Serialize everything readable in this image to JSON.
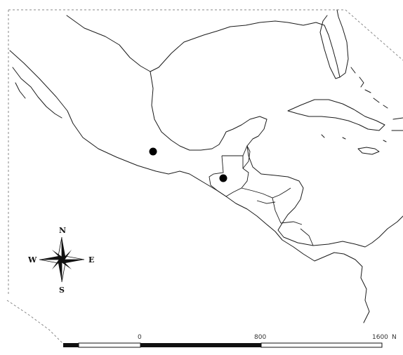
{
  "compass": {
    "north": "N",
    "south": "S",
    "east": "E",
    "west": "W"
  },
  "scale_bar": {
    "labels": [
      "0",
      "800",
      "1600"
    ],
    "unit": "N"
  },
  "markers": [
    {
      "id": "central-mexico"
    },
    {
      "id": "guatemala"
    }
  ]
}
